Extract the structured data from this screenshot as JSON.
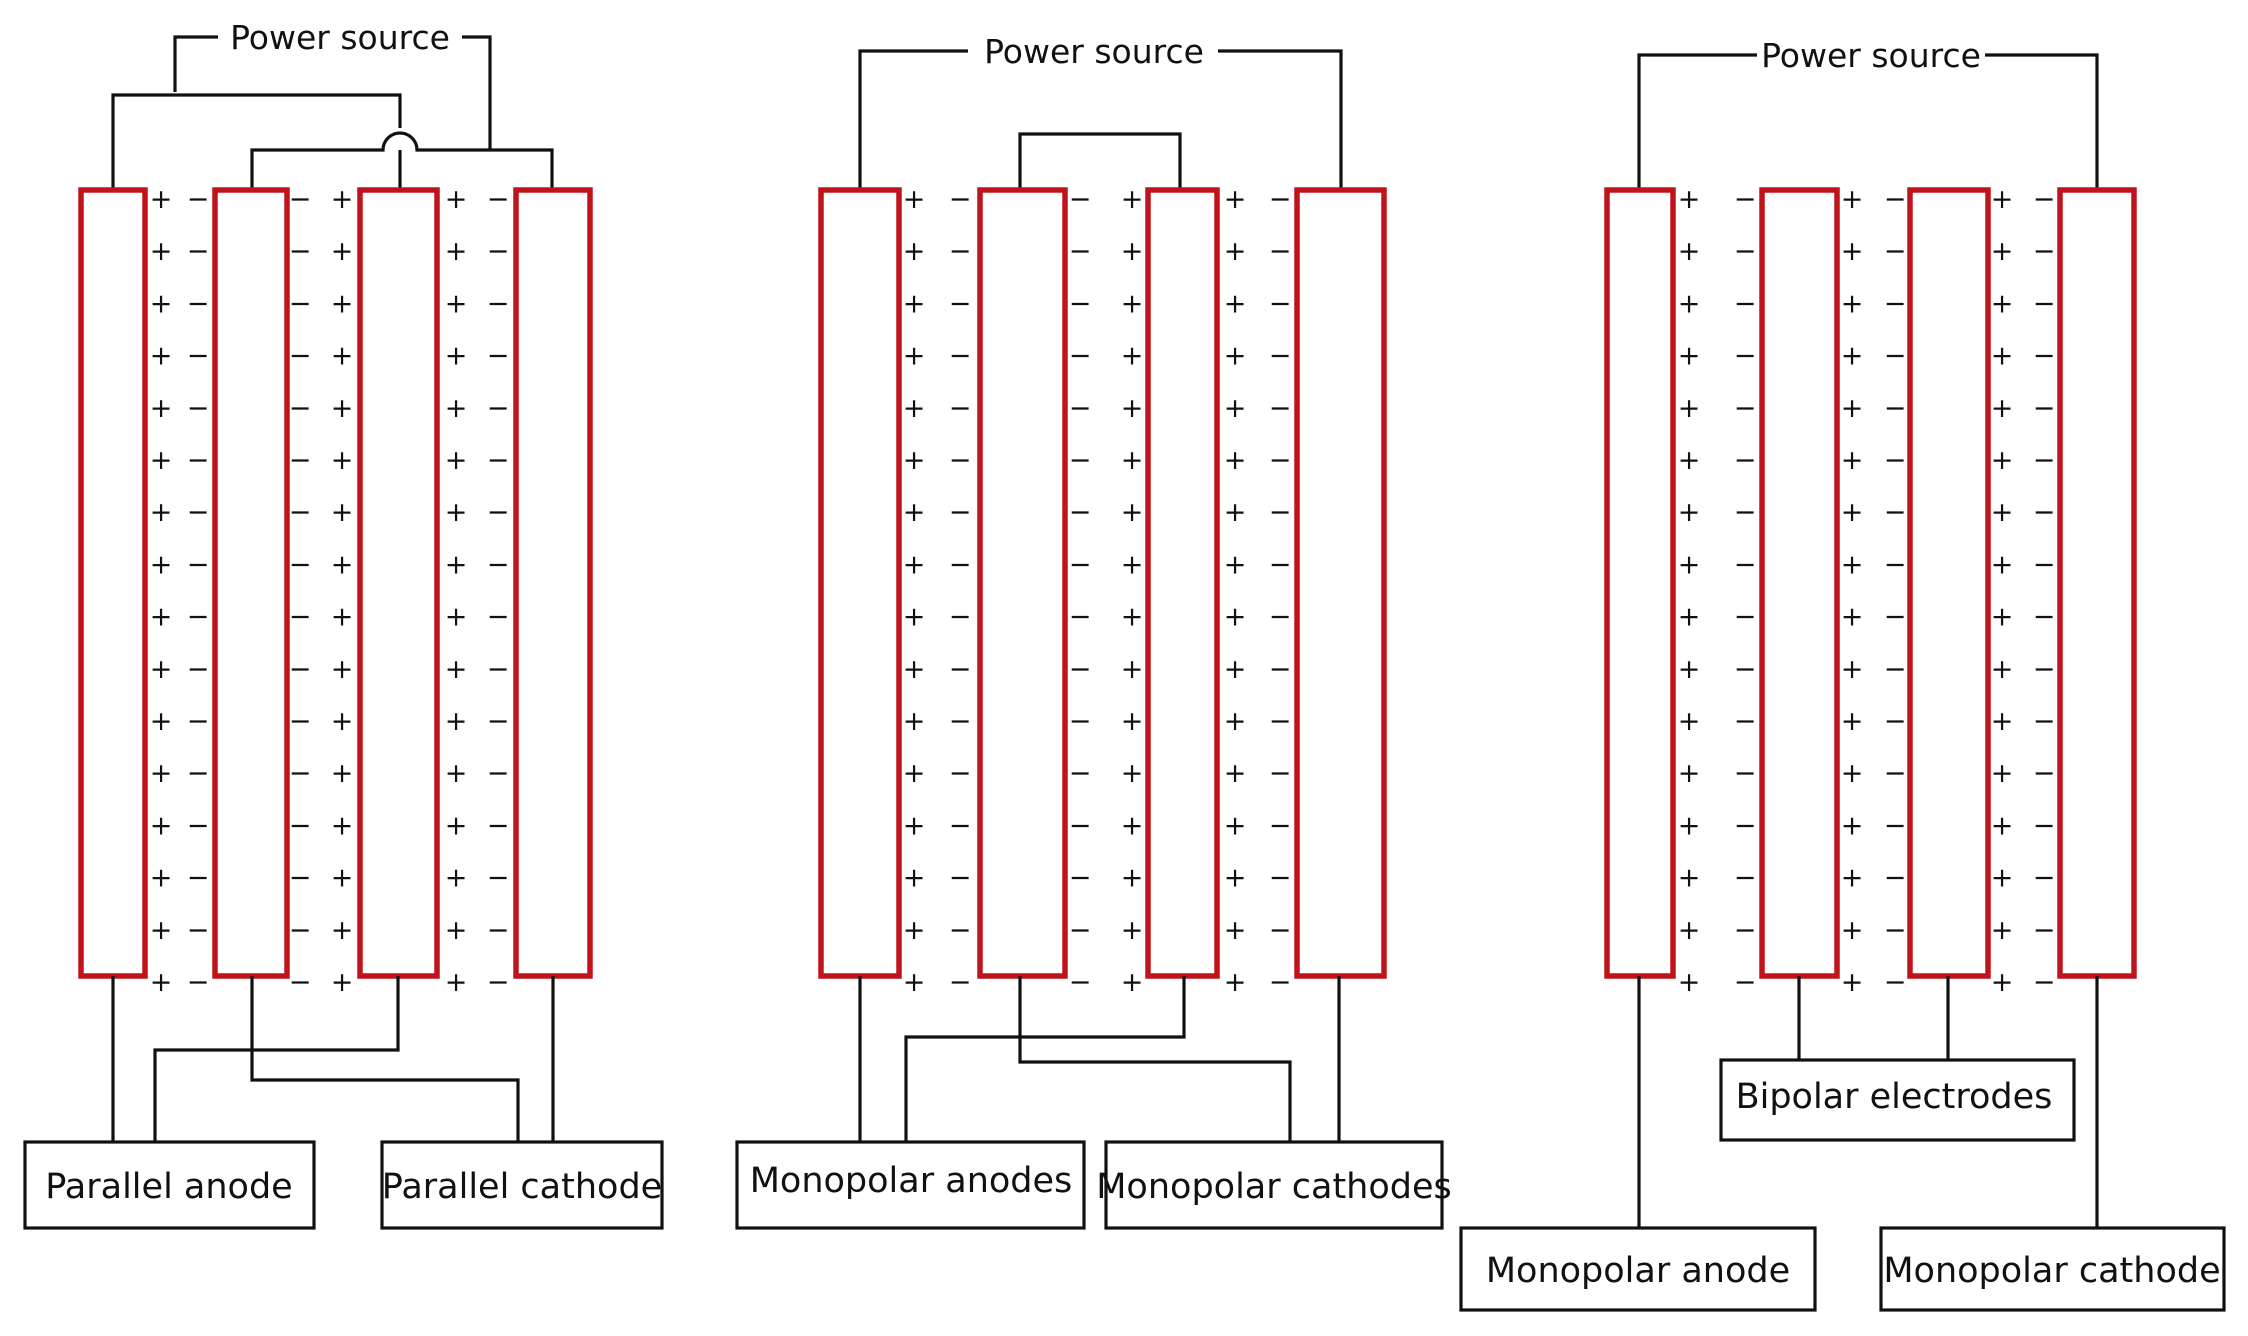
{
  "colors": {
    "electrode_outline": "#C0141C",
    "wire": "#111111",
    "background": "#FFFFFF"
  },
  "charge_marks": {
    "positive": "+",
    "negative": "−",
    "rows": 16
  },
  "panels": [
    {
      "id": "parallel",
      "power_source": "Power source",
      "labels": [
        "Parallel anode",
        "Parallel cathode"
      ]
    },
    {
      "id": "monopolar",
      "power_source": "Power source",
      "labels": [
        "Monopolar anodes",
        "Monopolar cathodes"
      ]
    },
    {
      "id": "bipolar",
      "power_source": "Power source",
      "labels": [
        "Bipolar electrodes",
        "Monopolar anode",
        "Monopolar cathode"
      ]
    }
  ]
}
